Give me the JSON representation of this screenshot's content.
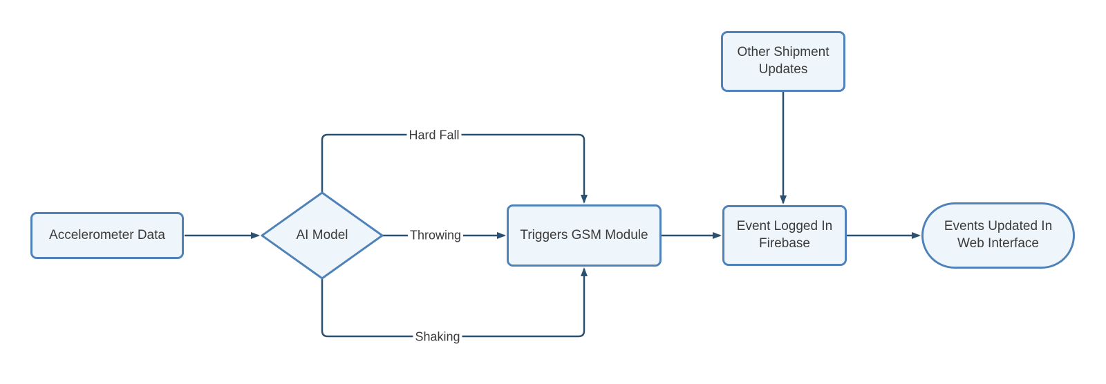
{
  "diagram": {
    "type": "flowchart",
    "colors": {
      "node_fill": "#eff6fb",
      "node_border": "#4e82b8",
      "line": "#2a5172",
      "text": "#3b3b3b",
      "background": "#ffffff"
    },
    "nodes": {
      "accelerometer": {
        "label": "Accelerometer Data",
        "shape": "rounded-rect"
      },
      "ai_model": {
        "label": "AI Model",
        "shape": "diamond"
      },
      "triggers_gsm": {
        "label": "Triggers GSM Module",
        "shape": "rounded-rect"
      },
      "other_updates": {
        "label": "Other Shipment Updates",
        "shape": "rounded-rect"
      },
      "event_logged": {
        "label": "Event Logged In Firebase",
        "shape": "rounded-rect"
      },
      "web_interface": {
        "label": "Events Updated In Web Interface",
        "shape": "stadium"
      }
    },
    "edges": [
      {
        "from": "accelerometer",
        "to": "ai_model",
        "label": ""
      },
      {
        "from": "ai_model",
        "to": "triggers_gsm",
        "label": "Hard Fall",
        "route": "top"
      },
      {
        "from": "ai_model",
        "to": "triggers_gsm",
        "label": "Throwing",
        "route": "middle"
      },
      {
        "from": "ai_model",
        "to": "triggers_gsm",
        "label": "Shaking",
        "route": "bottom"
      },
      {
        "from": "triggers_gsm",
        "to": "event_logged",
        "label": ""
      },
      {
        "from": "other_updates",
        "to": "event_logged",
        "label": ""
      },
      {
        "from": "event_logged",
        "to": "web_interface",
        "label": ""
      }
    ]
  }
}
